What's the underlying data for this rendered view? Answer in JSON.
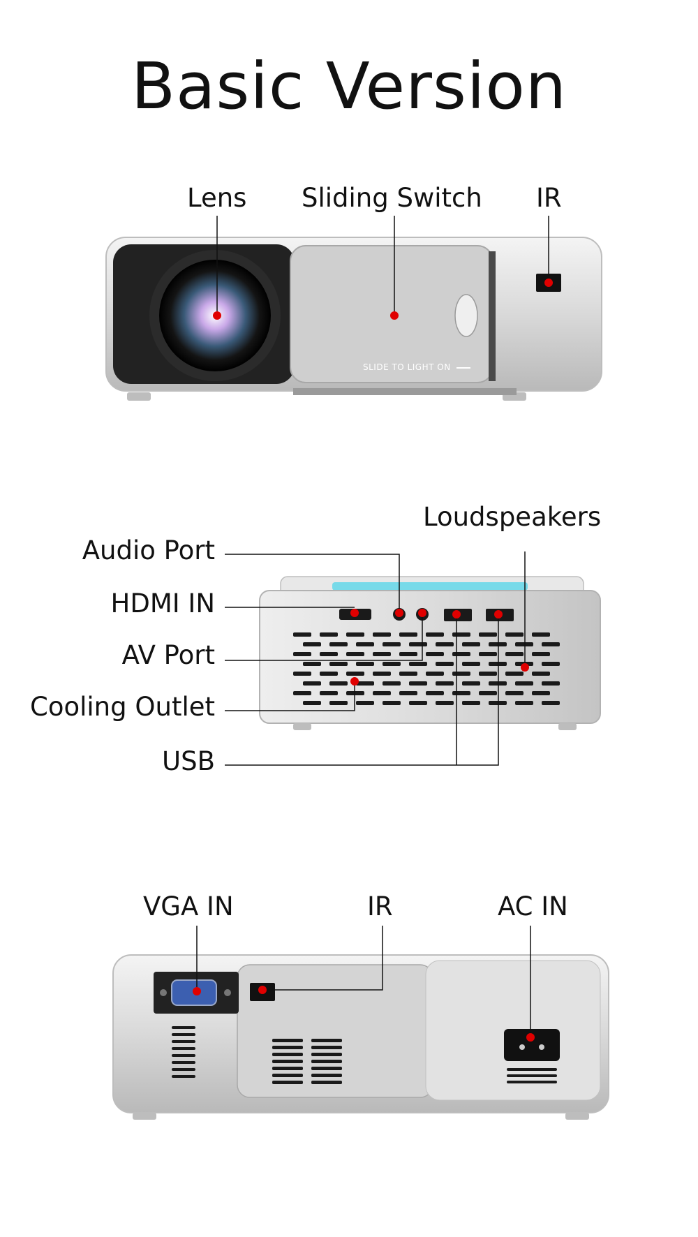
{
  "title": "Basic Version",
  "front_view": {
    "labels": {
      "lens": "Lens",
      "sliding_switch": "Sliding Switch",
      "ir": "IR"
    },
    "printed_text": "SLIDE TO LIGHT ON"
  },
  "side_view": {
    "labels": {
      "loudspeakers": "Loudspeakers",
      "audio_port": "Audio Port",
      "hdmi_in": "HDMI IN",
      "av_port": "AV Port",
      "cooling_outlet": "Cooling Outlet",
      "usb": "USB"
    }
  },
  "back_view": {
    "labels": {
      "vga_in": "VGA IN",
      "ir": "IR",
      "ac_in": "AC IN"
    }
  },
  "colors": {
    "marker": "#e00000",
    "line": "#111111",
    "body_silver": "#d6d6d6",
    "dark_panel": "#222222"
  }
}
